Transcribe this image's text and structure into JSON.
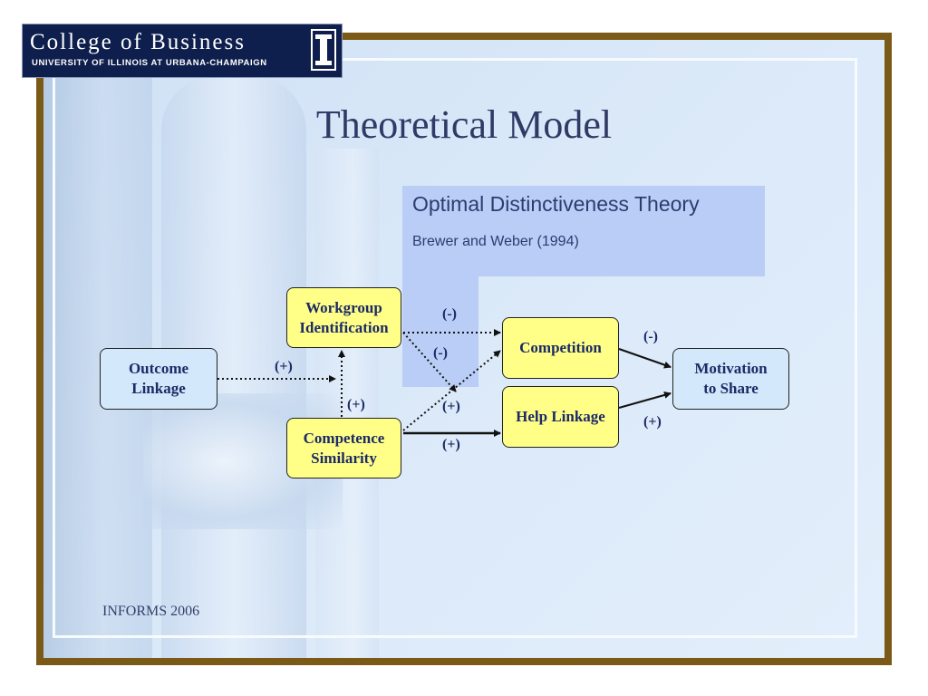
{
  "logo": {
    "main": "College of Business",
    "sub": "UNIVERSITY OF ILLINOIS AT URBANA-CHAMPAIGN",
    "mark": "I"
  },
  "slide": {
    "title": "Theoretical Model",
    "footer": "INFORMS 2006"
  },
  "theory": {
    "title": "Optimal Distinctiveness Theory",
    "subtitle": "Brewer and Weber (1994)"
  },
  "nodes": {
    "outcome_linkage": [
      "Outcome",
      "Linkage"
    ],
    "workgroup_identification": [
      "Workgroup",
      "Identification"
    ],
    "competence_similarity": [
      "Competence",
      "Similarity"
    ],
    "competition": "Competition",
    "help_linkage": "Help Linkage",
    "motivation_to_share": [
      "Motivation",
      "to Share"
    ]
  },
  "edges": {
    "outcome_to_path": "(+)",
    "competence_to_workgroup": "(+)",
    "workgroup_to_competition": "(-)",
    "workgroup_to_help": "(-)",
    "competence_to_competition": "(+)",
    "competence_to_help": "(+)",
    "competition_to_motivation": "(-)",
    "help_to_motivation": "(+)"
  },
  "colors": {
    "node_fill": "#ffff88",
    "outcome_node_fill": "#d4e8fb",
    "theory_highlight": "#b9cdf7",
    "frame": "#7b5a18",
    "logo_bg": "#0f1f4d"
  }
}
